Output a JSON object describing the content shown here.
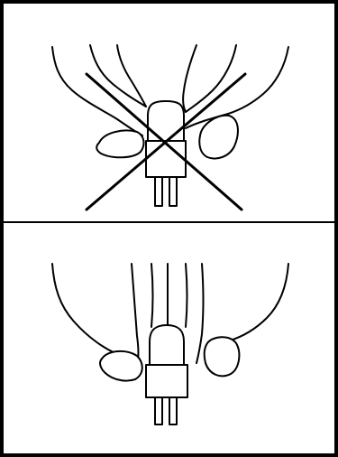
{
  "panels": [
    {
      "id": "wrong",
      "meaning": "incorrect",
      "mark": "cross-out-x"
    },
    {
      "id": "right",
      "meaning": "correct",
      "mark": "none"
    }
  ],
  "colors": {
    "ink": "#000000",
    "background": "#ffffff"
  },
  "icons": {
    "wrong": "led-held-by-bulb-crossed-icon",
    "right": "led-held-by-base-icon"
  }
}
